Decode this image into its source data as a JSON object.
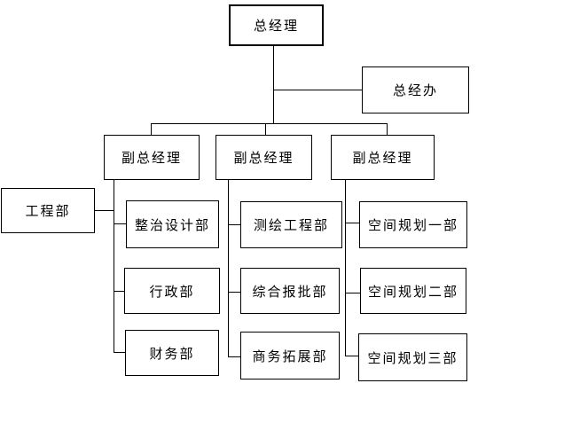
{
  "org_chart": {
    "type": "org-chart-diagram",
    "background_color": "#ffffff",
    "line_color": "#000000",
    "box_border_color": "#000000",
    "box_fill_color": "#ffffff",
    "text_color": "#000000",
    "nodes": {
      "general_manager": {
        "label": "总经理",
        "level": 1
      },
      "general_manager_office": {
        "label": "总经办",
        "level": 2
      },
      "deputy_gm_1": {
        "label": "副总经理",
        "level": 2
      },
      "deputy_gm_2": {
        "label": "副总经理",
        "level": 2
      },
      "deputy_gm_3": {
        "label": "副总经理",
        "level": 2
      },
      "engineering_dept": {
        "label": "工程部",
        "level": 3
      },
      "remediation_design_dept": {
        "label": "整治设计部",
        "level": 3
      },
      "administration_dept": {
        "label": "行政部",
        "level": 3
      },
      "finance_dept": {
        "label": "财务部",
        "level": 3
      },
      "surveying_engineering_dept": {
        "label": "测绘工程部",
        "level": 3
      },
      "comprehensive_approval_dept": {
        "label": "综合报批部",
        "level": 3
      },
      "business_development_dept": {
        "label": "商务拓展部",
        "level": 3
      },
      "spatial_planning_dept_1": {
        "label": "空间规划一部",
        "level": 3
      },
      "spatial_planning_dept_2": {
        "label": "空间规划二部",
        "level": 3
      },
      "spatial_planning_dept_3": {
        "label": "空间规划三部",
        "level": 3
      }
    },
    "edges": [
      "general_manager -> general_manager_office",
      "general_manager -> deputy_gm_1",
      "general_manager -> deputy_gm_2",
      "general_manager -> deputy_gm_3",
      "deputy_gm_1 -> engineering_dept",
      "deputy_gm_1 -> remediation_design_dept",
      "deputy_gm_1 -> administration_dept",
      "deputy_gm_1 -> finance_dept",
      "deputy_gm_2 -> surveying_engineering_dept",
      "deputy_gm_2 -> comprehensive_approval_dept",
      "deputy_gm_2 -> business_development_dept",
      "deputy_gm_3 -> spatial_planning_dept_1",
      "deputy_gm_3 -> spatial_planning_dept_2",
      "deputy_gm_3 -> spatial_planning_dept_3"
    ]
  }
}
